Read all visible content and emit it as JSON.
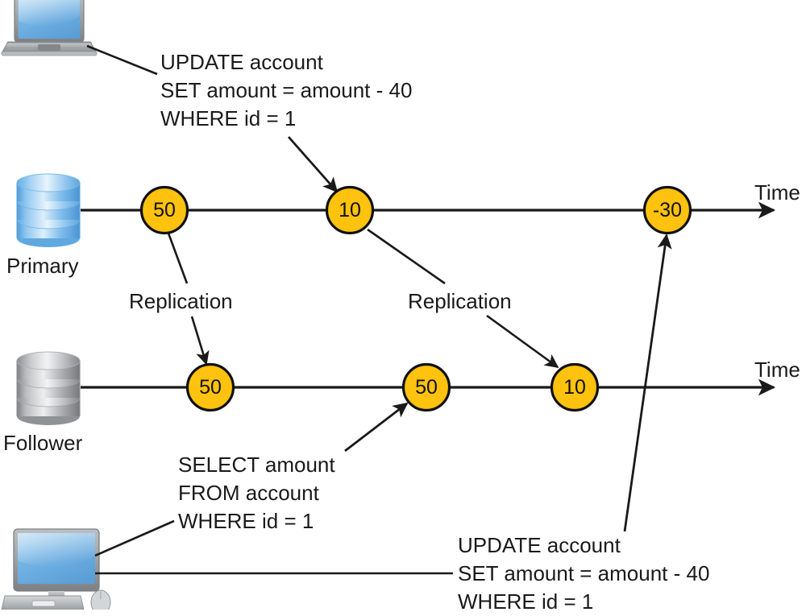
{
  "diagram": {
    "title": "Replication lag / read-after-write inconsistency timeline",
    "colors": {
      "node_fill": "#FFC20E",
      "node_stroke": "#111111",
      "line": "#1a1a1a",
      "primary_db": "#6EB3E8",
      "follower_db": "#B9BCBD",
      "screen": "#6CB2E4",
      "text": "#1a1a1a"
    },
    "lanes": [
      {
        "id": "primary",
        "label": "Primary",
        "axis_label": "Time",
        "db_icon": "database-cylinder-icon",
        "nodes": [
          {
            "value": "50"
          },
          {
            "value": "10"
          },
          {
            "value": "-30"
          }
        ]
      },
      {
        "id": "follower",
        "label": "Follower",
        "axis_label": "Time",
        "db_icon": "database-cylinder-icon",
        "nodes": [
          {
            "value": "50"
          },
          {
            "value": "50"
          },
          {
            "value": "10"
          }
        ]
      }
    ],
    "edge_labels": [
      {
        "id": "replication-1",
        "text": "Replication"
      },
      {
        "id": "replication-2",
        "text": "Replication"
      }
    ],
    "clients": [
      {
        "id": "laptop",
        "icon": "laptop-icon"
      },
      {
        "id": "desktop",
        "icon": "desktop-computer-icon"
      }
    ],
    "queries": [
      {
        "id": "update-top",
        "lines": [
          "UPDATE account",
          "SET amount = amount - 40",
          "WHERE id = 1"
        ]
      },
      {
        "id": "select-bottom",
        "lines": [
          "SELECT amount",
          "FROM account",
          "WHERE id = 1"
        ]
      },
      {
        "id": "update-bottom",
        "lines": [
          "UPDATE account",
          "SET amount = amount - 40",
          "WHERE id = 1"
        ]
      }
    ]
  }
}
